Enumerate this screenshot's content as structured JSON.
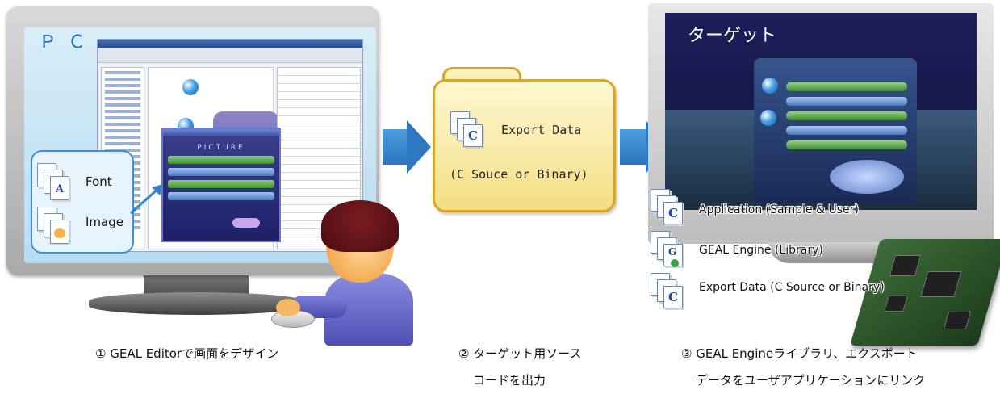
{
  "pc": {
    "label": "ＰＣ",
    "callout": {
      "font_label": "Font",
      "image_label": "Image"
    },
    "dialog_title": "PICTURE"
  },
  "export_folder": {
    "title": "Export Data",
    "subtitle": "(C Souce or Binary)"
  },
  "target": {
    "title": "ターゲット",
    "items": [
      {
        "label": "Application (Sample & User)",
        "icon": "c-source-file-icon"
      },
      {
        "label": "GEAL Engine (Library)",
        "icon": "library-file-icon"
      },
      {
        "label": "Export Data (C Source or Binary)",
        "icon": "c-source-file-icon"
      }
    ]
  },
  "steps": [
    {
      "line1": "① GEAL Editorで画面をデザイン",
      "line2": ""
    },
    {
      "line1": "② ターゲット用ソース",
      "line2": "コードを出力"
    },
    {
      "line1": "③ GEAL Engineライブラリ、エクスポート",
      "line2": "データをユーザアプリケーションにリンク"
    }
  ],
  "colors": {
    "accent_blue": "#2d78c0",
    "folder_yellow": "#f7e48f",
    "pc_label": "#0b6fc7"
  }
}
